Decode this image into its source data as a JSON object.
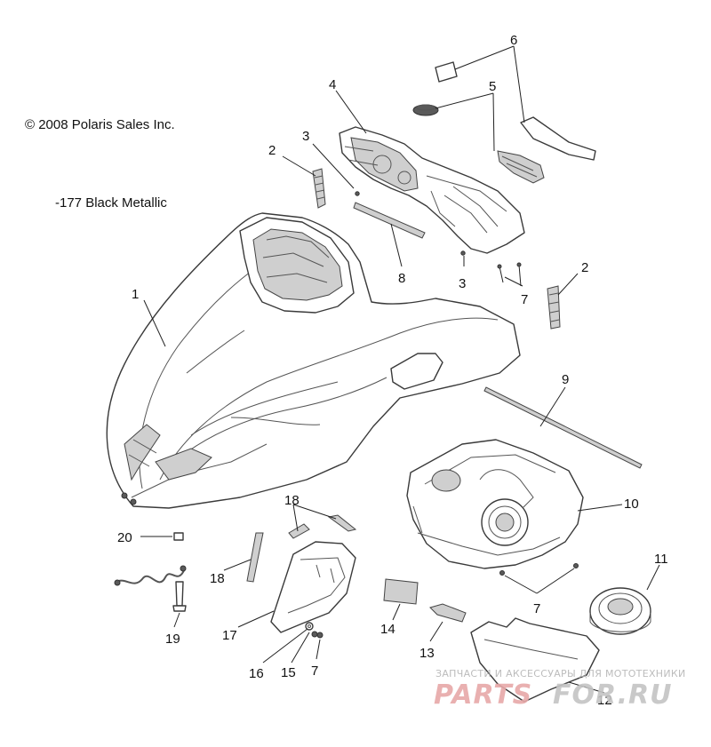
{
  "notes": {
    "copyright": "© 2008 Polaris Sales Inc.",
    "color_code": "-177 Black Metallic"
  },
  "callouts": [
    {
      "id": "c1",
      "label": "1"
    },
    {
      "id": "c2a",
      "label": "2"
    },
    {
      "id": "c2b",
      "label": "2"
    },
    {
      "id": "c3a",
      "label": "3"
    },
    {
      "id": "c3b",
      "label": "3"
    },
    {
      "id": "c4",
      "label": "4"
    },
    {
      "id": "c5",
      "label": "5"
    },
    {
      "id": "c6",
      "label": "6"
    },
    {
      "id": "c7a",
      "label": "7"
    },
    {
      "id": "c7b",
      "label": "7"
    },
    {
      "id": "c7c",
      "label": "7"
    },
    {
      "id": "c8",
      "label": "8"
    },
    {
      "id": "c9",
      "label": "9"
    },
    {
      "id": "c10",
      "label": "10"
    },
    {
      "id": "c11",
      "label": "11"
    },
    {
      "id": "c12",
      "label": "12"
    },
    {
      "id": "c13",
      "label": "13"
    },
    {
      "id": "c14",
      "label": "14"
    },
    {
      "id": "c15",
      "label": "15"
    },
    {
      "id": "c16",
      "label": "16"
    },
    {
      "id": "c17",
      "label": "17"
    },
    {
      "id": "c18a",
      "label": "18"
    },
    {
      "id": "c18b",
      "label": "18"
    },
    {
      "id": "c19",
      "label": "19"
    },
    {
      "id": "c20",
      "label": "20"
    }
  ],
  "watermark": {
    "tagline": "ЗАПЧАСТИ И АКСЕССУАРЫ ДЛЯ МОТОТЕХНИКИ",
    "brand_a": "PARTS",
    "brand_b": "FOR.RU",
    "color_a": "#e7a8a8",
    "color_b": "#c4c4c4"
  }
}
